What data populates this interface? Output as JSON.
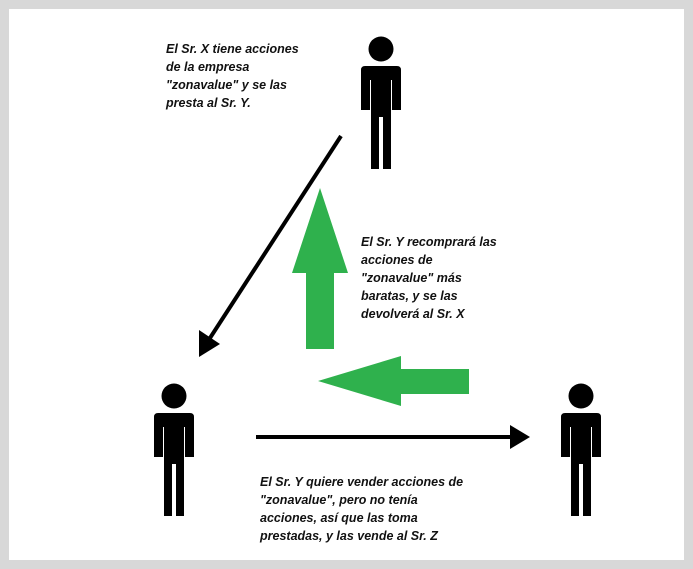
{
  "colors": {
    "frame": "#d8d8d8",
    "person": "#000000",
    "black_arrow": "#000000",
    "green_arrow": "#2fb14d"
  },
  "icons": [
    "person-icon",
    "arrow"
  ],
  "notes": {
    "sr_x": {
      "lines": [
        "El Sr. X tiene acciones",
        "de la empresa",
        "\"zonavalue\" y se las",
        "presta al Sr. Y."
      ]
    },
    "sr_y_buyback": {
      "lines": [
        "El Sr. Y recomprará las",
        "acciones de",
        "\"zonavalue\" más",
        "baratas, y se las",
        "devolverá al Sr. X"
      ]
    },
    "sr_y_sell": {
      "lines": [
        "El Sr. Y quiere vender acciones de",
        "\"zonavalue\", pero no tenía",
        "acciones, así que las toma",
        "prestadas, y las vende al Sr. Z"
      ]
    }
  }
}
